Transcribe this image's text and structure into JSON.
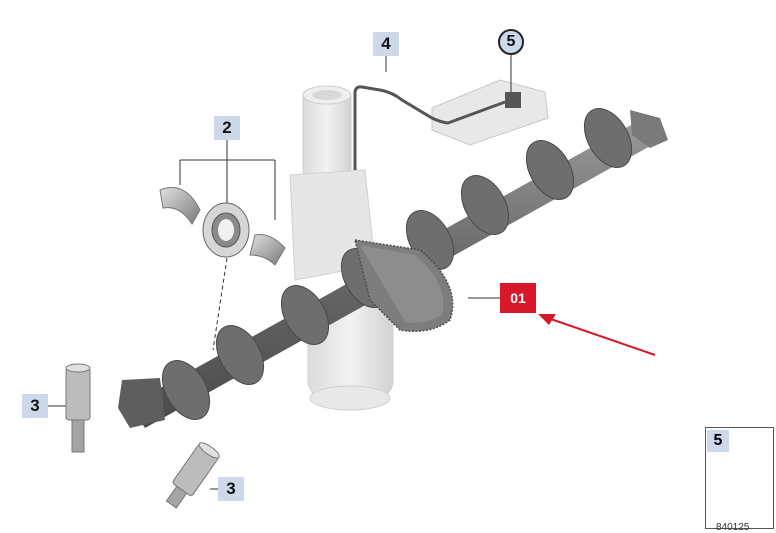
{
  "callouts": {
    "c1": "01",
    "c2": "2",
    "c3a": "3",
    "c3b": "3",
    "c4": "4",
    "c5": "5"
  },
  "legend": {
    "number": "5",
    "reference": "840125"
  },
  "colors": {
    "callout_fill": "#cdd9ea",
    "highlight": "#d7182a",
    "part_dark": "#6e6e6e",
    "part_light": "#e4e4e4"
  }
}
